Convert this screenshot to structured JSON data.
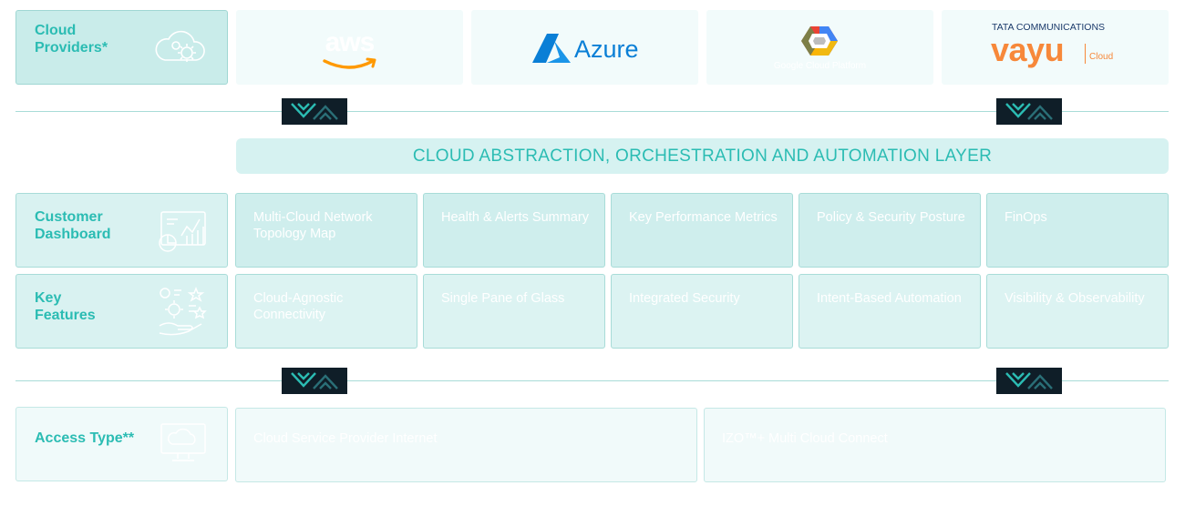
{
  "rows": {
    "cloud_providers": {
      "label_line1": "Cloud",
      "label_line2": "Providers*"
    },
    "customer_dashboard": {
      "label_line1": "Customer",
      "label_line2": "Dashboard"
    },
    "key_features": {
      "label_line1": "Key",
      "label_line2": "Features"
    },
    "access_type": {
      "label": "Access Type**"
    }
  },
  "providers": {
    "aws": "aws",
    "azure": "Azure",
    "google_caption": "Google Cloud Platform",
    "tata_line1": "TATA COMMUNICATIONS",
    "vayu": "vayu",
    "vayu_sub": "Cloud"
  },
  "banner": "CLOUD ABSTRACTION, ORCHESTRATION AND AUTOMATION LAYER",
  "dashboard_items": [
    "Multi-Cloud Network Topology Map",
    "Health & Alerts Summary",
    "Key Performance Metrics",
    "Policy & Security Posture",
    "FinOps"
  ],
  "feature_items": [
    "Cloud-Agnostic Connectivity",
    "Single Pane of Glass",
    "Integrated Security",
    "Intent-Based Automation",
    "Visibility & Observability"
  ],
  "access_items": [
    "Cloud Service Provider Internet",
    "IZO™+ Multi Cloud Connect"
  ],
  "colors": {
    "teal": "#2bbcb3",
    "aws_orange": "#ff9900",
    "azure_blue": "#0a7fd6",
    "vayu_orange": "#f7883a",
    "arrow_bg": "#0f1e28"
  }
}
